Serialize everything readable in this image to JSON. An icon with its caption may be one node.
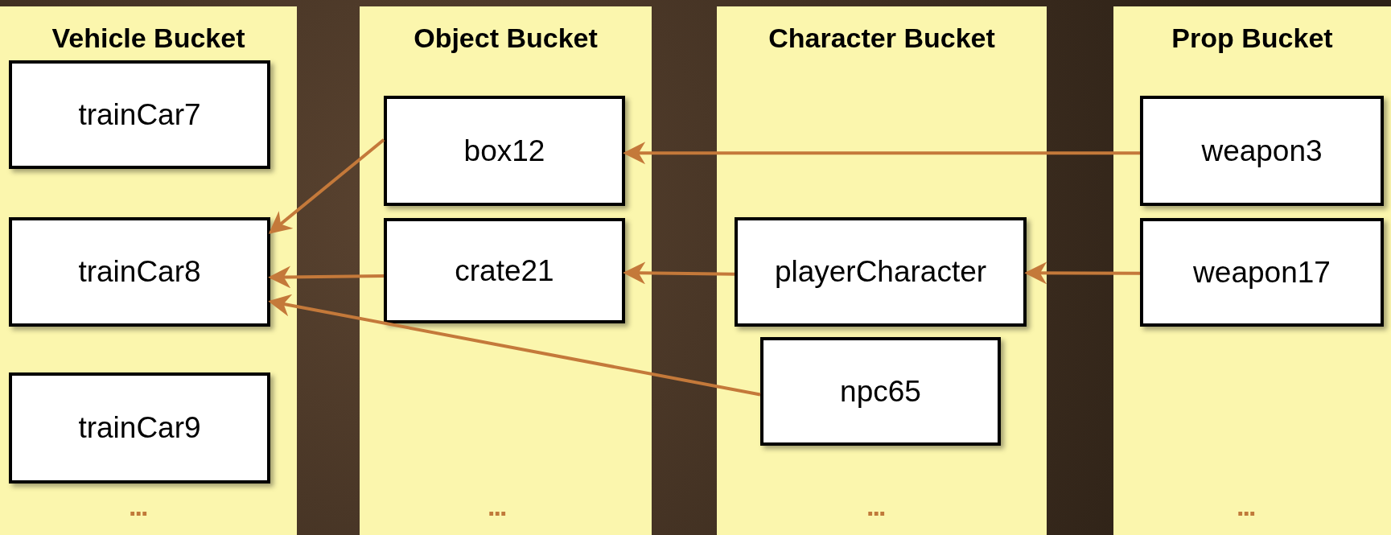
{
  "diagram": {
    "nodes": [
      {
        "text": [
          "Vehicle Bucket"
        ]
      },
      {
        "text": [
          "trainCar7"
        ],
        "in": 0
      },
      {
        "text": [
          "trainCar8"
        ],
        "in": 0
      },
      {
        "text": [
          "trainCar9"
        ],
        "in": 0
      },
      {
        "text": [
          "Object Bucket"
        ]
      },
      {
        "text": [
          "box12"
        ],
        "in": 4
      },
      {
        "text": [
          "crate21"
        ],
        "in": 4
      },
      {
        "text": [
          "Character Bucket"
        ]
      },
      {
        "text": [
          "playerCharacter"
        ],
        "in": 7
      },
      {
        "text": [
          "npc65"
        ],
        "in": 7
      },
      {
        "text": [
          "Prop Bucket"
        ]
      },
      {
        "text": [
          "weapon3"
        ],
        "in": 10
      },
      {
        "text": [
          "weapon17"
        ],
        "in": 10
      }
    ],
    "edges": [
      {
        "from": 11,
        "to": 5,
        "arrow": "to"
      },
      {
        "from": 5,
        "to": 2,
        "arrow": "to"
      },
      {
        "from": 6,
        "to": 2,
        "arrow": "to"
      },
      {
        "from": 8,
        "to": 6,
        "arrow": "to"
      },
      {
        "from": 12,
        "to": 8,
        "arrow": "to"
      },
      {
        "from": 9,
        "to": 2,
        "arrow": "to"
      }
    ],
    "labels": [
      "...",
      "...",
      "...",
      "..."
    ]
  }
}
